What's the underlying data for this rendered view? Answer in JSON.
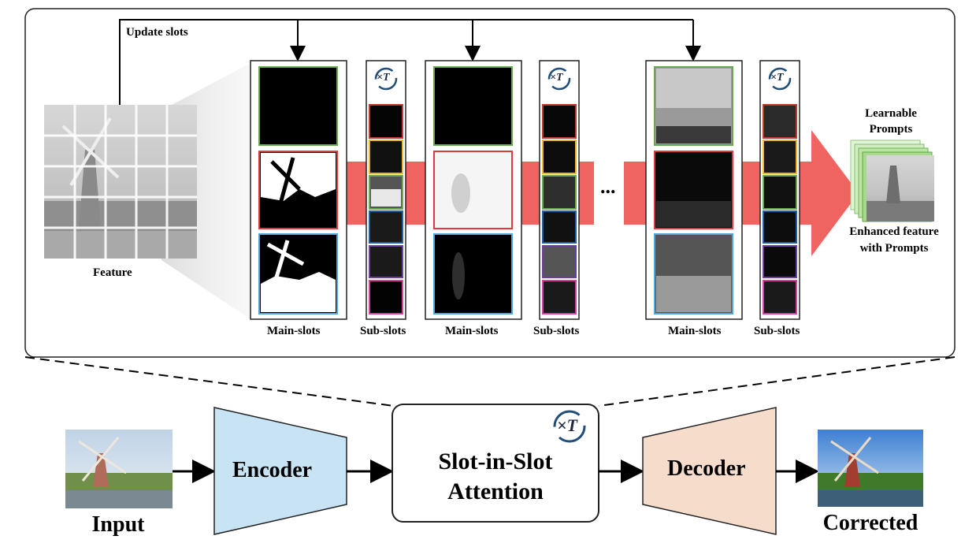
{
  "top": {
    "update_slots": "Update slots",
    "feature": "Feature",
    "ellipsis": "...",
    "learnable_prompts": [
      "Learnable",
      "Prompts"
    ],
    "enhanced_feature": [
      "Enhanced feature",
      "with Prompts"
    ],
    "repeat_icon_label": "×T",
    "stages": [
      {
        "main_label": "Main-slots",
        "sub_label": "Sub-slots"
      },
      {
        "main_label": "Main-slots",
        "sub_label": "Sub-slots"
      },
      {
        "main_label": "Main-slots",
        "sub_label": "Sub-slots"
      }
    ],
    "main_slot_border_colors": [
      "#6aa84f",
      "#e53935",
      "#4ea6dc"
    ],
    "sub_slot_border_colors": [
      "#c0392b",
      "#f0b429",
      "#6aa84f",
      "#1f5fa8",
      "#6a3fa0",
      "#d63fa0"
    ],
    "arrow_color": "#ef6461"
  },
  "bottom": {
    "input_label": "Input",
    "encoder_label": "Encoder",
    "attention_label": [
      "Slot-in-Slot",
      "Attention"
    ],
    "decoder_label": "Decoder",
    "corrected_label": "Corrected",
    "repeat_icon_label": "×T",
    "encoder_color": "#c8e3f3",
    "decoder_color": "#f5dccb"
  }
}
